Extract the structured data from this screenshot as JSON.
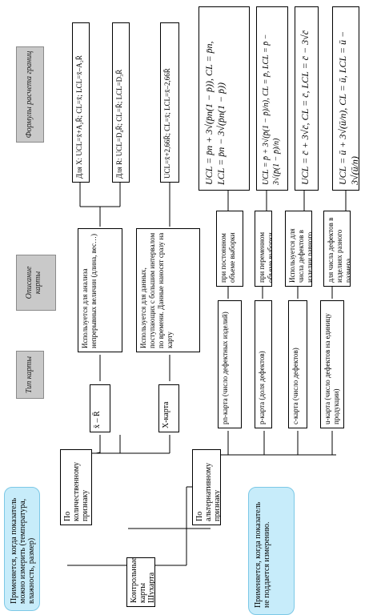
{
  "headers": {
    "type": "Тип карты",
    "description": "Описание карты",
    "formulas": "Формулы расчета границ"
  },
  "root": "Контрольные карты Шухарта",
  "quantitative": {
    "title": "По количественному признаку",
    "callout": "Применяется, когда показатель можно измерить (температура, влажность, размер)",
    "charts": [
      {
        "type": "x̄ – R̄",
        "desc": "Используется для анализа непрерывных величин (длина, вес…)",
        "formula_x": "Для X: UCL=x̄+A₂R̄; CL=x̄; LCL=x̄–A₂R̄",
        "formula_r": "Для R: UCL=D₄R̄; CL=R̄; LCL=D₃R̄"
      },
      {
        "type": "X-карта",
        "desc": "Используется для данных, поступающих с большим интервалом по времени. Данные наносят сразу на карту",
        "formula": "UCL=x̄+2,66R̄;  CL=x̄; LCL=x̄–2,66R̄"
      }
    ]
  },
  "attribute": {
    "title": "По альтернативному признаку",
    "callout": "Применяется, когда показатель не поддается измерению.",
    "charts": [
      {
        "type": "pn-карта (число дефектных изделий)",
        "desc": "при постоянном объеме выборки",
        "formula_1": "UCL = p̄n + 3√(p̄n(1 − p̄)), CL = p̄n,",
        "formula_2": "LCL = p̄n − 3√(p̄n(1 − p̄))"
      },
      {
        "type": "p-карта (доля дефектов)",
        "desc": "при переменном объеме выборки",
        "formula": "UCL = p̄ + 3√(p̄(1 − p̄)/n), CL = p̄, LCL = p̄ − 3√(p̄(1 − p̄)/n)"
      },
      {
        "type": "c-карта (число дефектов)",
        "desc": "Используется для числа дефектов в изделии равного размера",
        "formula": "UCL = c̄ + 3√c̄, CL = c̄, LCL = c̄ − 3√c̄"
      },
      {
        "type": "u-карта (число дефектов на единицу продукции)",
        "desc": "для числа дефектов в изделиях разного размера",
        "formula": "UCL = ū + 3√(ū/n), CL = ū, LCL = ū − 3√(ū/n)"
      }
    ]
  }
}
